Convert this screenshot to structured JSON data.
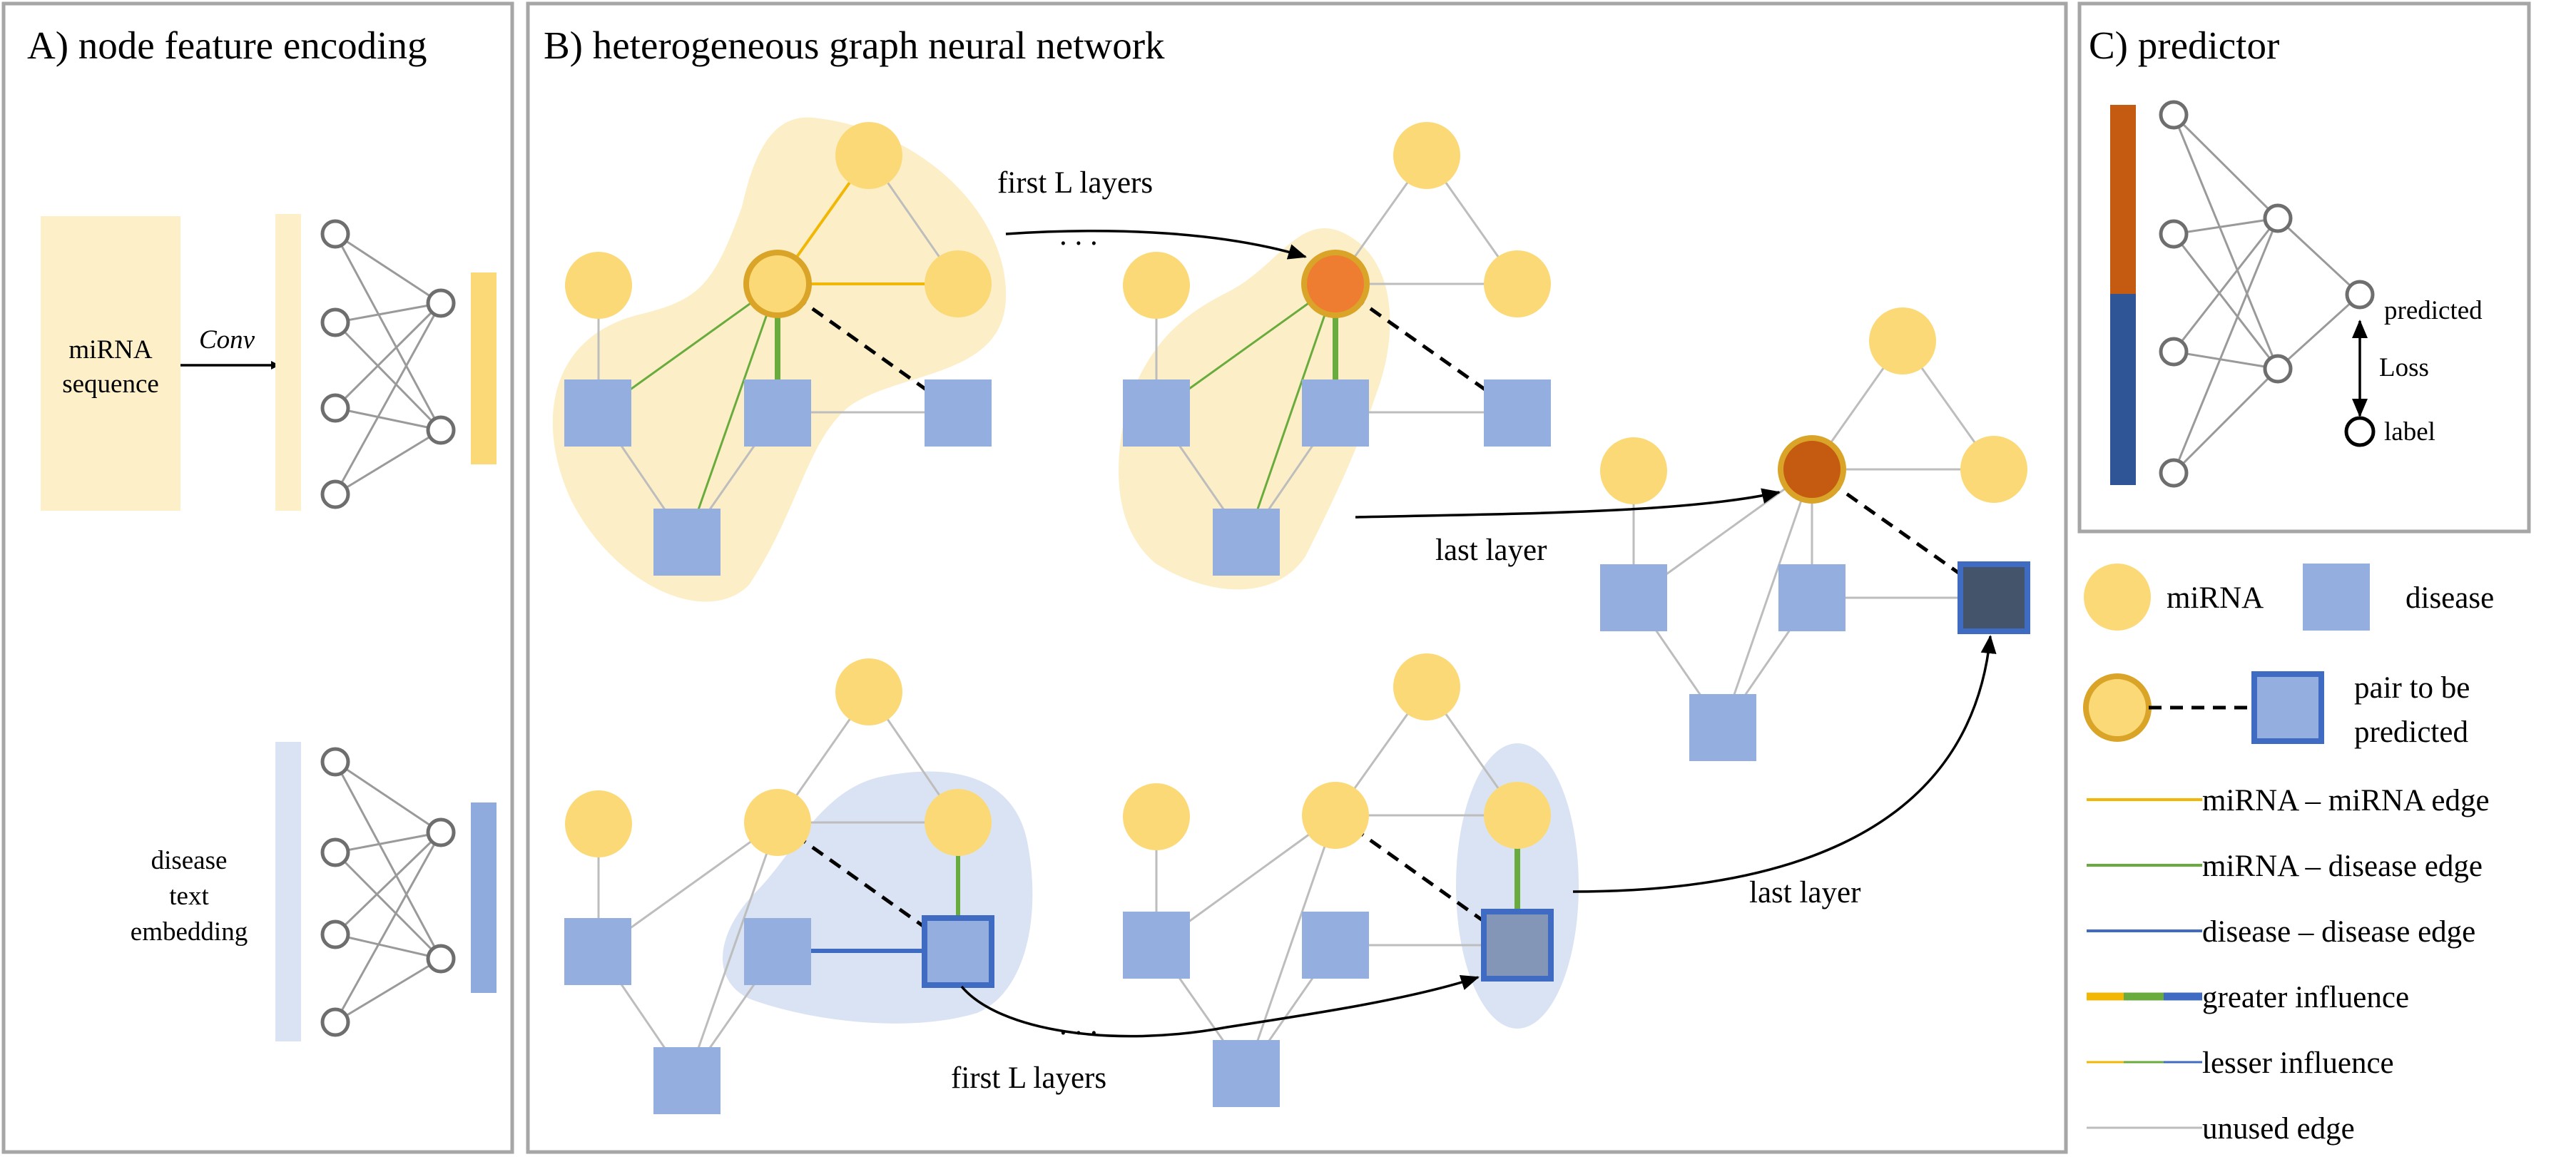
{
  "panels": {
    "a_title": "A) node feature encoding",
    "b_title": "B) heterogeneous graph neural network",
    "c_title": "C) predictor"
  },
  "panel_a": {
    "mirna_label_1": "miRNA",
    "mirna_label_2": "sequence",
    "conv_label": "Conv",
    "disease_label_1": "disease",
    "disease_label_2": "text",
    "disease_label_3": "embedding"
  },
  "panel_b": {
    "first_l_layers_top": "first L layers",
    "first_l_layers_bottom": "first L layers",
    "last_layer_top": "last layer",
    "last_layer_bottom": "last layer",
    "ellipsis_top": ". . .",
    "ellipsis_bottom": ". . ."
  },
  "panel_c": {
    "predicted": "predicted",
    "loss": "Loss",
    "label": "label"
  },
  "legend": {
    "mirna": "miRNA",
    "disease": "disease",
    "pair_1": "pair to be",
    "pair_2": "predicted",
    "mm_edge": "miRNA – miRNA edge",
    "md_edge": "miRNA – disease edge",
    "dd_edge": "disease – disease edge",
    "greater": "greater influence",
    "lesser": "lesser influence",
    "unused": "unused edge"
  },
  "colors": {
    "mirna_node": "#fcd977",
    "disease_node": "#93aedf",
    "mirna_edge": "#f2b705",
    "mirna_disease_edge": "#6aab3e",
    "disease_disease_edge": "#3f6cc2",
    "unused_edge": "#bdbdbd",
    "target_mirna_mid": "#ee7d31",
    "target_mirna_final": "#c55a11",
    "target_disease_mid": "#8396b8",
    "target_disease_final": "#44546a",
    "mirna_embedding_bar": "#c55a11",
    "disease_embedding_bar": "#2f5597"
  }
}
